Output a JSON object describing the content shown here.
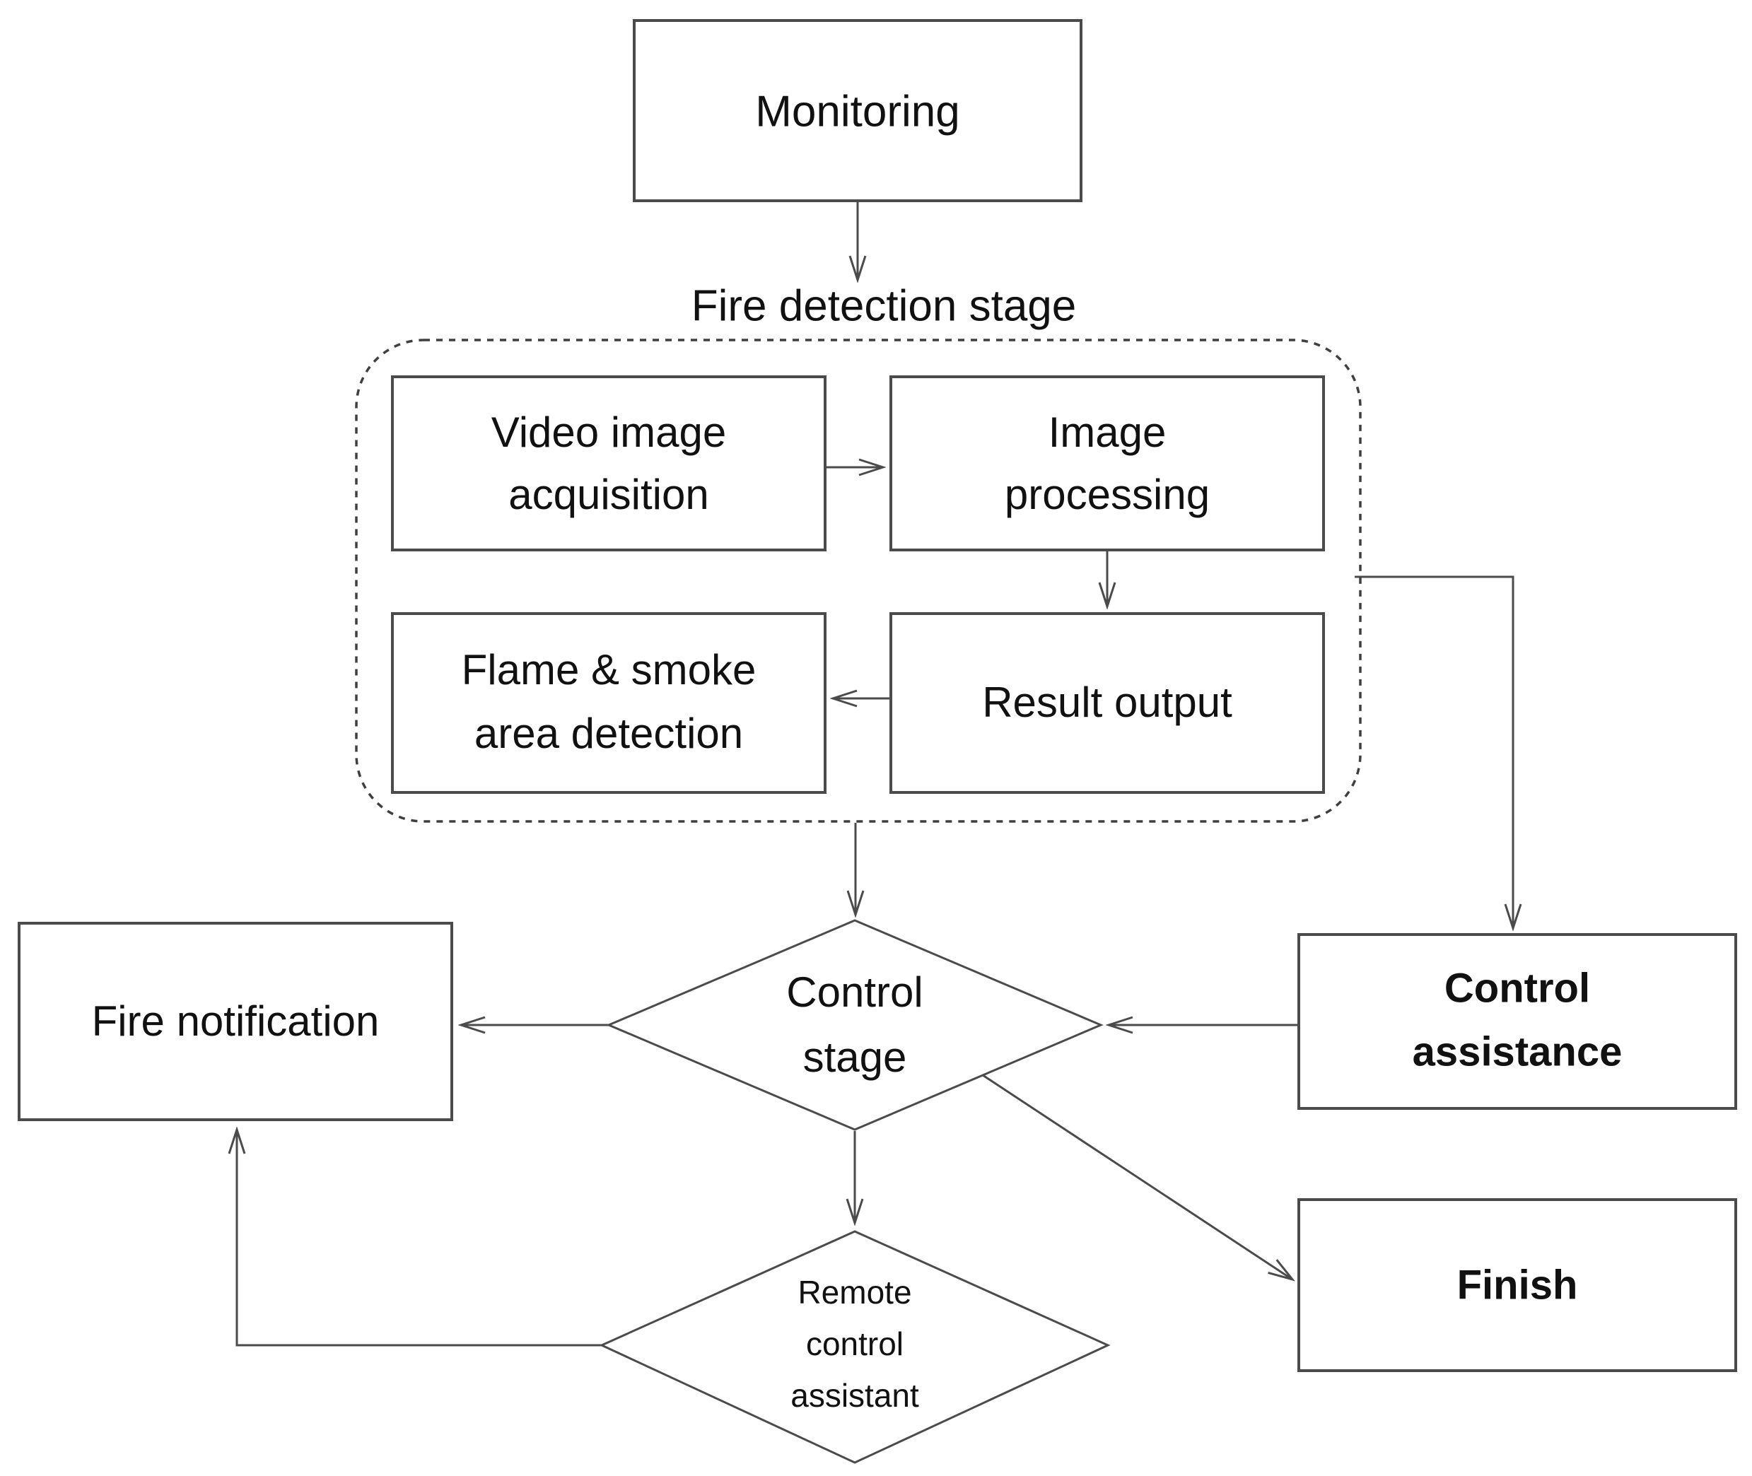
{
  "diagram": {
    "type": "flowchart",
    "background": "#ffffff",
    "colors": {
      "line": "#4b4b4b",
      "text": "#111111",
      "box_fill": "#ffffff"
    },
    "nodes": {
      "monitoring": {
        "label": "Monitoring",
        "shape": "rect"
      },
      "fire_detection_stage": {
        "label": "Fire detection stage",
        "shape": "group-label"
      },
      "video_image_acquisition": {
        "line1": "Video image",
        "line2": "acquisition",
        "shape": "rect"
      },
      "image_processing": {
        "line1": "Image",
        "line2": "processing",
        "shape": "rect"
      },
      "flame_smoke_area_detection": {
        "line1": "Flame & smoke",
        "line2": "area detection",
        "shape": "rect"
      },
      "result_output": {
        "label": "Result output",
        "shape": "rect"
      },
      "control_stage": {
        "line1": "Control",
        "line2": "stage",
        "shape": "diamond"
      },
      "fire_notification": {
        "label": "Fire notification",
        "shape": "rect"
      },
      "control_assistance": {
        "line1": "Control",
        "line2": "assistance",
        "shape": "rect"
      },
      "remote_control_assistant": {
        "line1": "Remote",
        "line2": "control",
        "line3": "assistant",
        "shape": "diamond"
      },
      "finish": {
        "label": "Finish",
        "shape": "rect"
      }
    },
    "edges": [
      "monitoring -> fire_detection_stage",
      "video_image_acquisition -> image_processing",
      "image_processing -> result_output",
      "result_output -> flame_smoke_area_detection",
      "fire_detection_stage -> control_stage",
      "fire_detection_stage -> control_assistance",
      "control_assistance -> control_stage",
      "control_stage -> fire_notification",
      "control_stage -> remote_control_assistant",
      "control_stage -> finish",
      "remote_control_assistant -> fire_notification"
    ]
  }
}
